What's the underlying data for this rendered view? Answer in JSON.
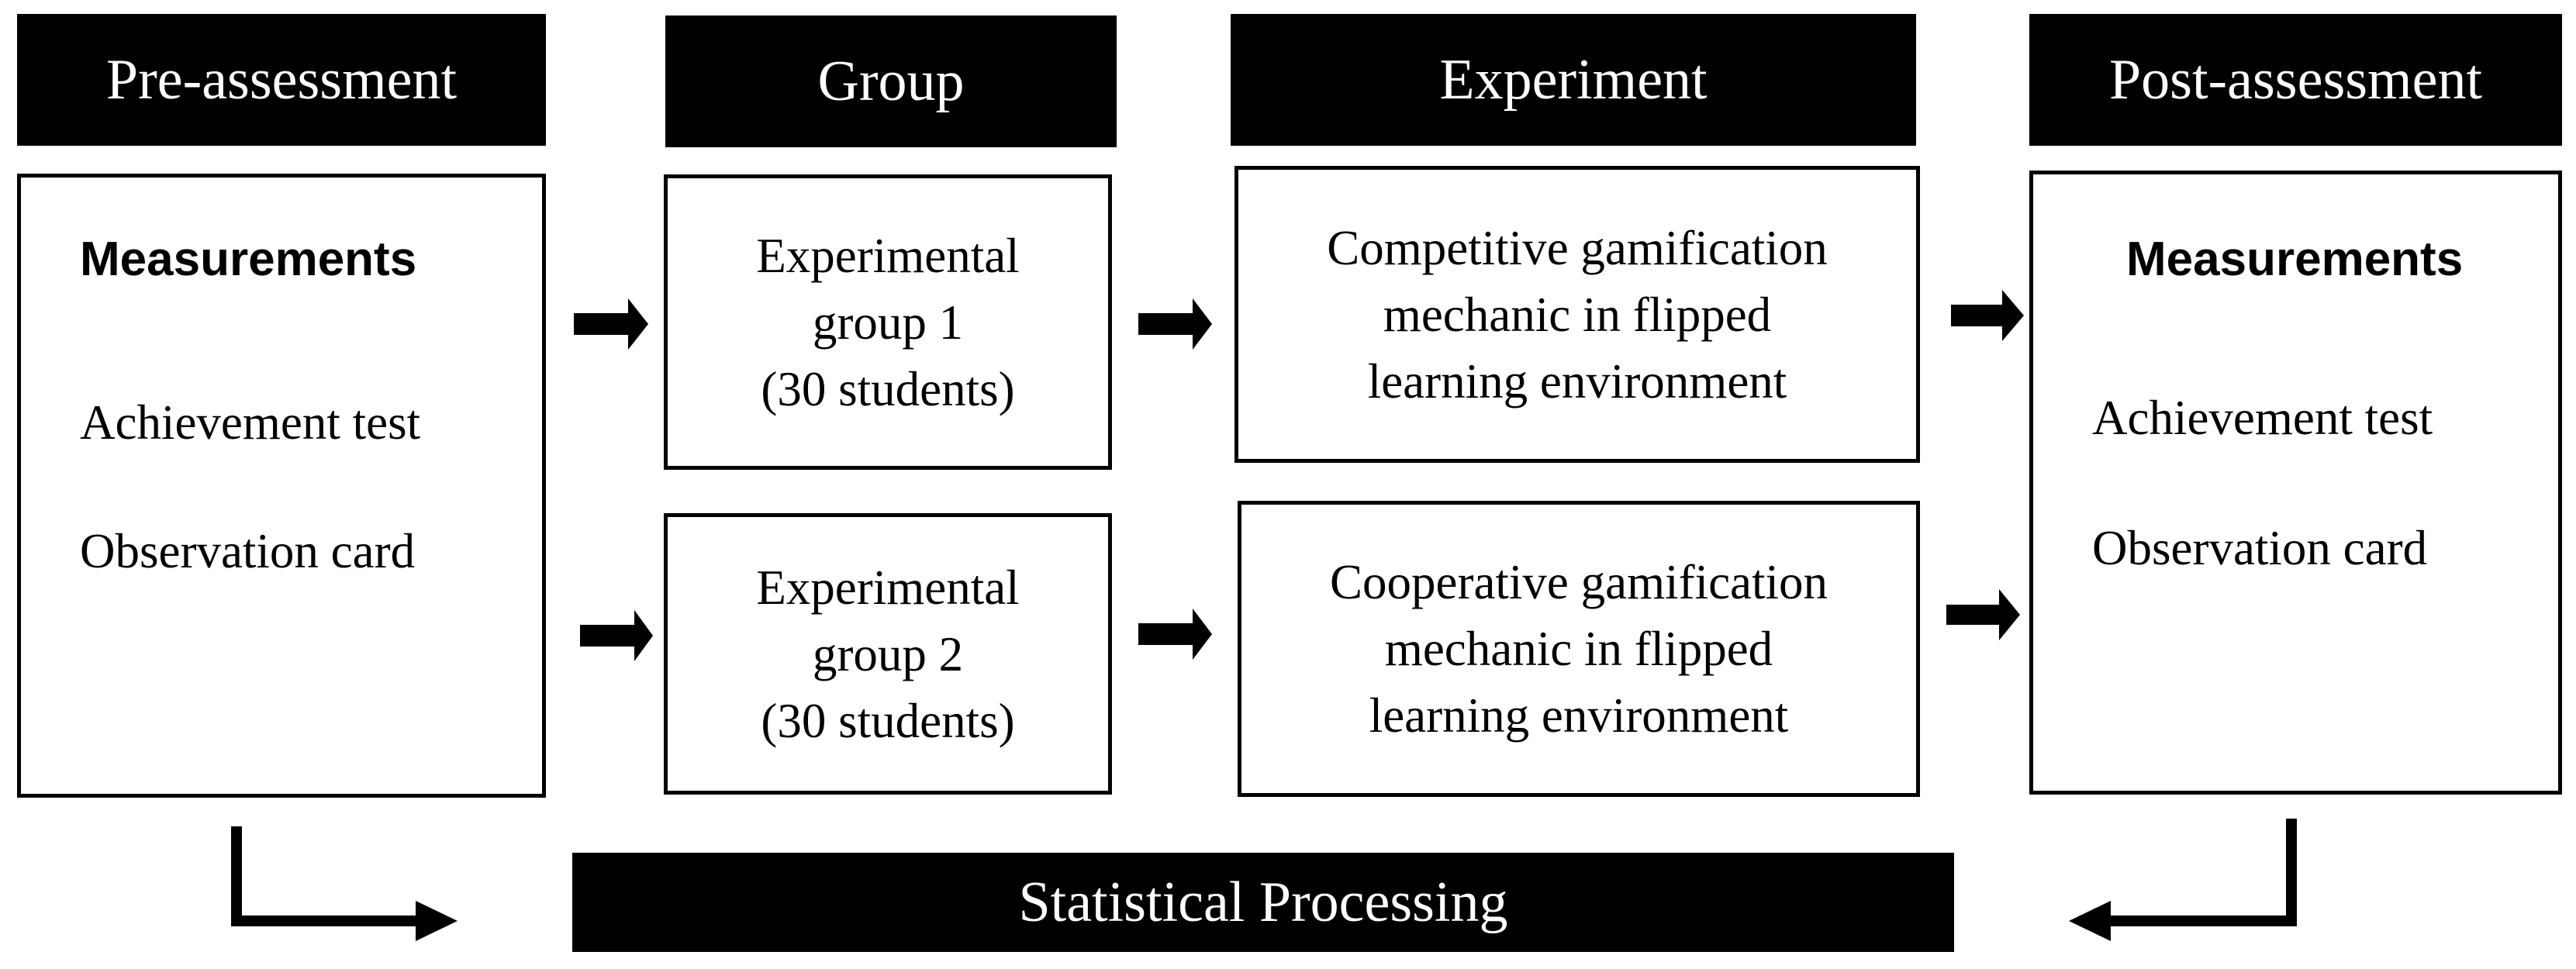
{
  "headers": {
    "pre": "Pre-assessment",
    "group": "Group",
    "experiment": "Experiment",
    "post": "Post-assessment"
  },
  "pre_box": {
    "title": "Measurements",
    "item1": "Achievement test",
    "item2": "Observation card"
  },
  "group1": {
    "line1": "Experimental",
    "line2": "group 1",
    "line3": "(30 students)"
  },
  "group2": {
    "line1": "Experimental",
    "line2": "group 2",
    "line3": "(30 students)"
  },
  "experiment1": {
    "line1": "Competitive gamification",
    "line2": "mechanic in flipped",
    "line3": "learning environment"
  },
  "experiment2": {
    "line1": "Cooperative gamification",
    "line2": "mechanic in flipped",
    "line3": "learning environment"
  },
  "post_box": {
    "title": "Measurements",
    "item1": "Achievement test",
    "item2": "Observation card"
  },
  "footer": {
    "label": "Statistical Processing"
  },
  "colors": {
    "header_bg": "#000000",
    "header_text": "#ffffff",
    "border": "#000000"
  }
}
